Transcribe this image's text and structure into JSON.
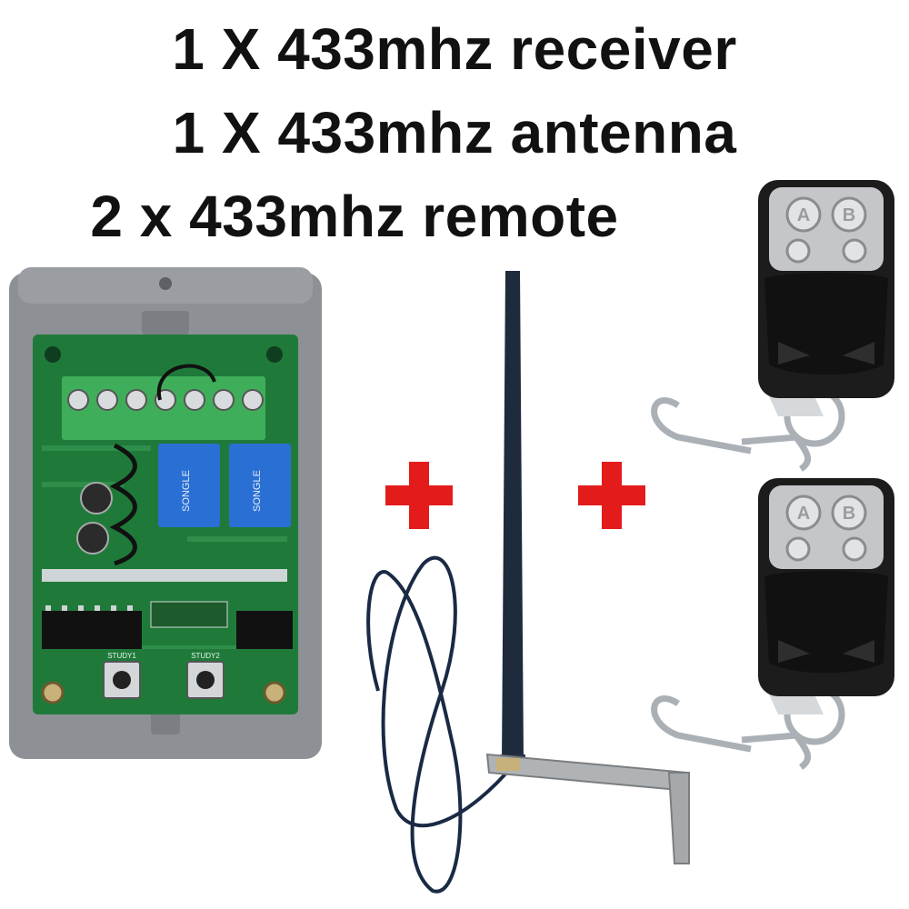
{
  "headline": {
    "line1": "1 X 433mhz receiver",
    "line2": "1 X 433mhz antenna",
    "line3": "2 x 433mhz remote"
  },
  "colors": {
    "plus": "#e41b1b",
    "pcb": "#1f7a3a",
    "housing": "#8d9095",
    "terminal": "#3fae5a",
    "relay": "#2a6fd4",
    "remote_body": "#1c1c1c",
    "remote_face": "#c4c6c9"
  },
  "receiver": {
    "relay_label": "SONGLE",
    "button_labels": [
      "STUDY1",
      "STUDY2"
    ]
  },
  "remote": {
    "button_labels": [
      "A",
      "B"
    ]
  },
  "icons": [
    "plus-icon",
    "plus-icon"
  ]
}
